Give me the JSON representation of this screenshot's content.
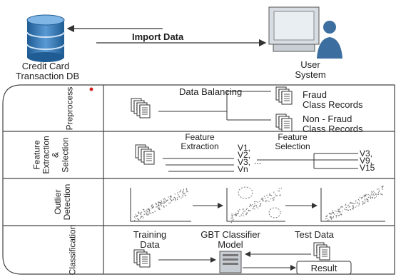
{
  "top": {
    "db_label_line1": "Credit Card",
    "db_label_line2": "Transaction DB",
    "import_label": "Import Data",
    "user_label_line1": "User",
    "user_label_line2": "System"
  },
  "sections": {
    "preprocess": {
      "title": "Preprocess",
      "data_balancing": "Data Balancing",
      "fraud_line1": "Fraud",
      "fraud_line2": "Class Records",
      "nonfraud_line1": "Non - Fraud",
      "nonfraud_line2": "Class Records"
    },
    "feature": {
      "title_line1": "Feature",
      "title_line2": "Extraction",
      "title_line3": "&",
      "title_line4": "Selection",
      "extraction_line1": "Feature",
      "extraction_line2": "Extraction",
      "selection_line1": "Feature",
      "selection_line2": "Selection",
      "extracted": [
        "V1,",
        "V2,",
        "V3,",
        "Vn"
      ],
      "ellipsis": "...",
      "selected": [
        "V3,",
        "V9,",
        "V15"
      ]
    },
    "outlier": {
      "title_line1": "Outlier",
      "title_line2": "Detection"
    },
    "classification": {
      "title": "Classification",
      "training_line1": "Training",
      "training_line2": "Data",
      "model_line1": "GBT Classifier",
      "model_line2": "Model",
      "test_data": "Test Data",
      "result": "Result"
    }
  },
  "colors": {
    "db_blue": "#2f6fa8",
    "user_blue": "#3c6ea0",
    "line": "#333333",
    "red_dot": "#d02020"
  }
}
